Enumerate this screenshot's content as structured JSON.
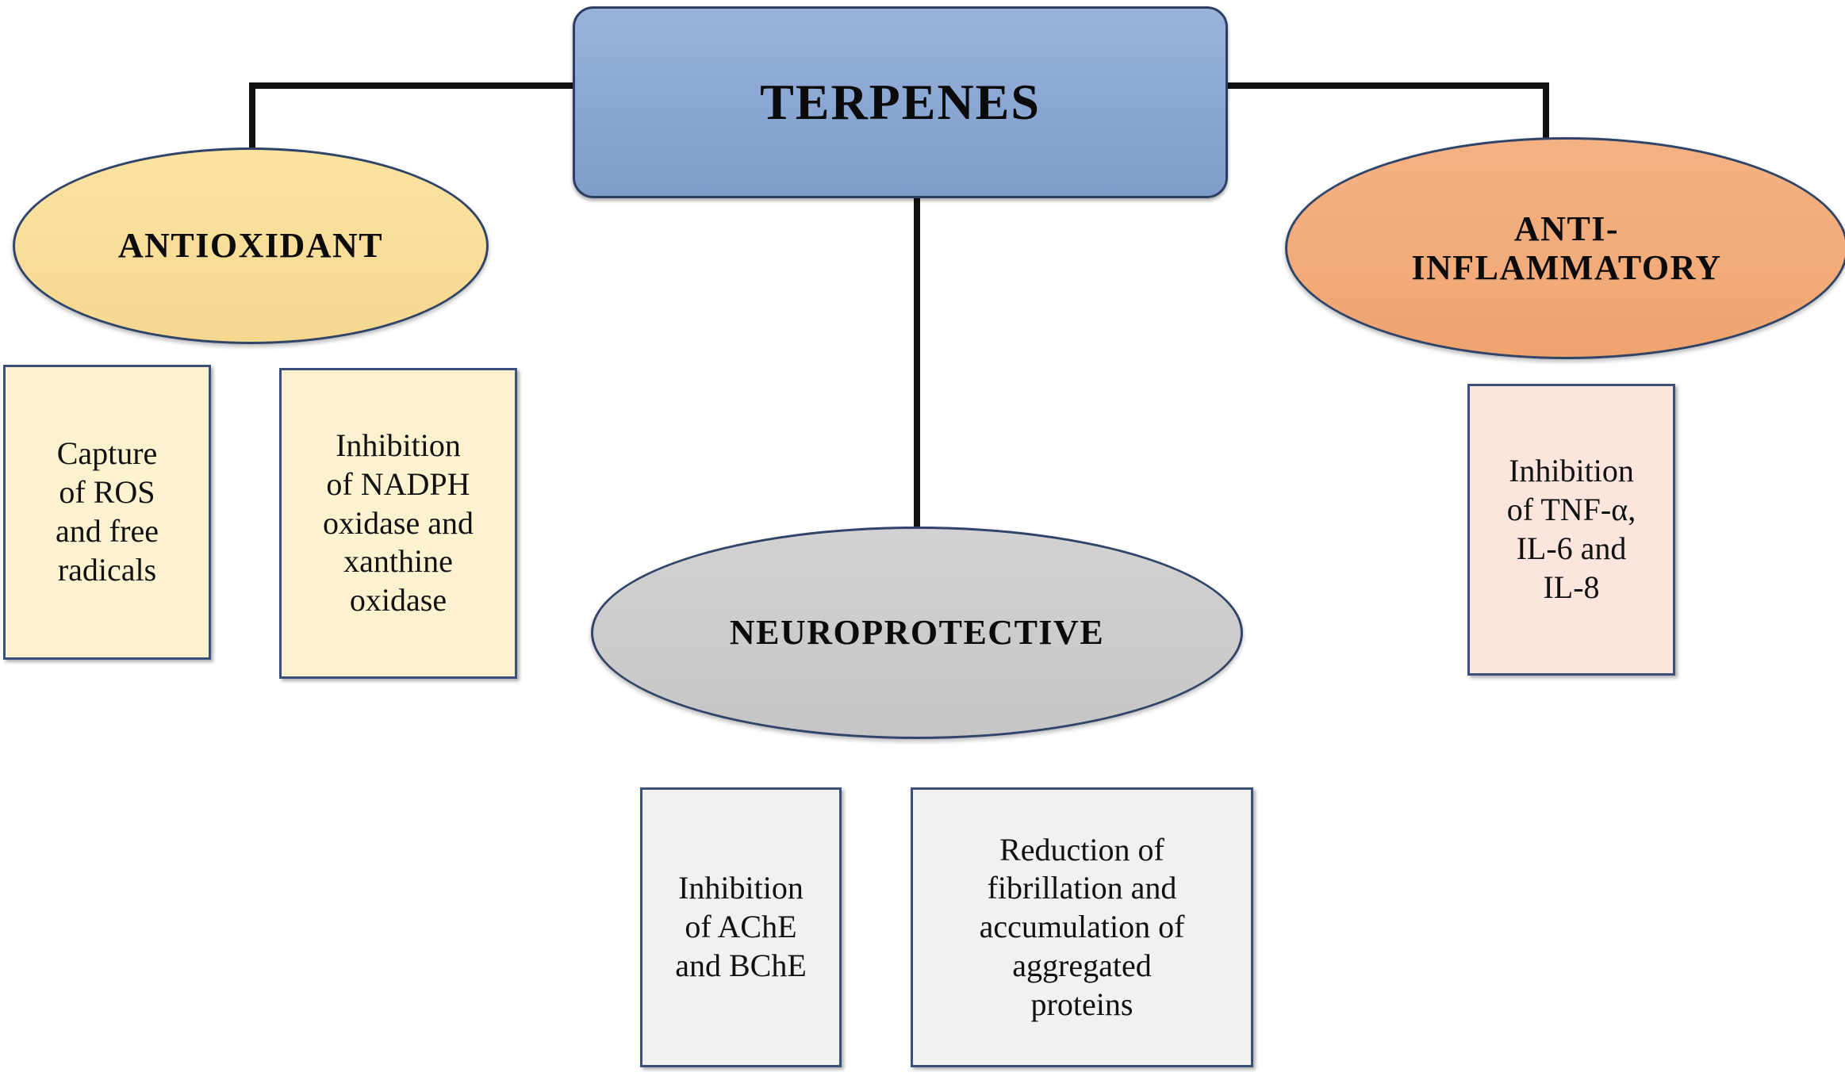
{
  "diagram": {
    "root": {
      "label": "TERPENES",
      "fill": "#8aa6d3",
      "stroke": "#2c3f63"
    },
    "branches": [
      {
        "key": "antioxidant",
        "label": "ANTIOXIDANT",
        "fill": "#f8dd97",
        "stroke": "#2f4468",
        "cards": [
          {
            "key": "ros",
            "text": "Capture\nof ROS\nand free\nradicals",
            "fill": "#fdf2d0"
          },
          {
            "key": "nadph",
            "text": "Inhibition\nof NADPH\noxidase and\nxanthine\noxidase",
            "fill": "#fdf2d0"
          }
        ]
      },
      {
        "key": "neuroprotective",
        "label": "NEUROPROTECTIVE",
        "fill": "#cbcbcb",
        "stroke": "#2f4468",
        "cards": [
          {
            "key": "ache",
            "text": "Inhibition\nof AChE\nand BChE",
            "fill": "#f1f1f1"
          },
          {
            "key": "fibrillation",
            "text": "Reduction of\nfibrillation and\naccumulation of\naggregated\nproteins",
            "fill": "#f1f1f1"
          }
        ]
      },
      {
        "key": "anti-inflammatory",
        "label": "ANTI-\nINFLAMMATORY",
        "fill": "#f2ab79",
        "stroke": "#2f4468",
        "cards": [
          {
            "key": "cytokines",
            "text": "Inhibition\nof TNF-α,\nIL-6 and\nIL-8",
            "fill": "#fbe5dc"
          }
        ]
      }
    ],
    "connector_color": "#111111"
  }
}
